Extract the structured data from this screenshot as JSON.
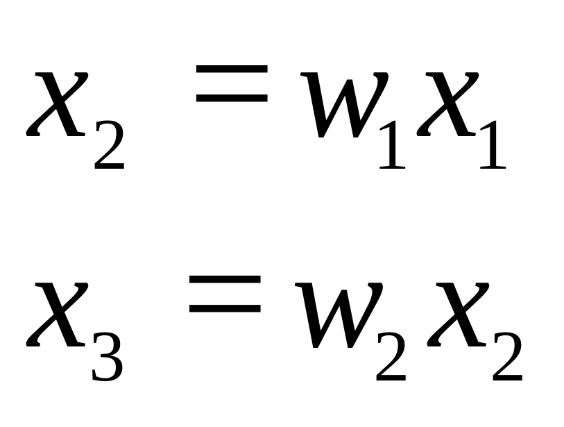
{
  "equations": [
    {
      "lhs": {
        "var": "x",
        "sub": "2"
      },
      "op": "=",
      "rhs": [
        {
          "var": "w",
          "sub": "1"
        },
        {
          "var": "x",
          "sub": "1"
        }
      ]
    },
    {
      "lhs": {
        "var": "x",
        "sub": "3"
      },
      "op": "=",
      "rhs": [
        {
          "var": "w",
          "sub": "2"
        },
        {
          "var": "x",
          "sub": "2"
        }
      ]
    }
  ]
}
